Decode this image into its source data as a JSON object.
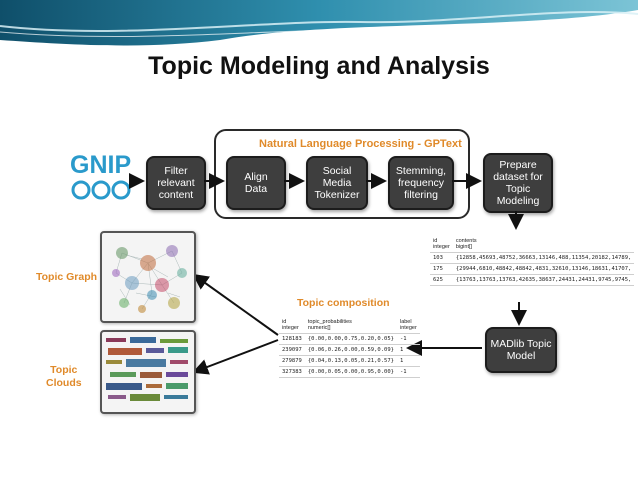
{
  "title": "Topic Modeling and Analysis",
  "logo": {
    "text": "GNIP",
    "icon": "gnip-circles-icon"
  },
  "nlp_group_label": "Natural Language Processing - GPText",
  "steps": {
    "filter": "Filter\nrelevant\ncontent",
    "align": "Align\nData",
    "tokenizer": "Social\nMedia\nTokenizer",
    "stemming": "Stemming,\nfrequency\nfiltering",
    "prepare": "Prepare\ndataset for\nTopic\nModeling",
    "madlib": "MADlib Topic\nModel"
  },
  "dataset_table": {
    "headers": [
      [
        "id",
        "integer"
      ],
      [
        "contents",
        "bigint[]"
      ]
    ],
    "rows": [
      [
        "103",
        "{12858,45693,48752,36663,13146,488,11354,20182,14789,"
      ],
      [
        "175",
        "{29944,6810,48842,48842,4831,32610,13146,18631,41707,"
      ],
      [
        "625",
        "{13763,13763,13763,42635,38637,24431,24431,9745,9745,"
      ]
    ]
  },
  "composition": {
    "label": "Topic composition",
    "headers": [
      [
        "id",
        "integer"
      ],
      [
        "topic_probabilities",
        "numeric[]"
      ],
      [
        "label",
        "integer"
      ]
    ],
    "rows": [
      [
        "128183",
        "{0.00,0.00,0.75,0.20,0.05}",
        "-1"
      ],
      [
        "239097",
        "{0.06,0.26,0.00,0.59,0.09}",
        "1"
      ],
      [
        "279879",
        "{0.04,0.13,0.05,0.21,0.57}",
        "1"
      ],
      [
        "327383",
        "{0.00,0.05,0.00,0.95,0.00}",
        "-1"
      ]
    ]
  },
  "topic_graph_label": "Topic Graph",
  "topic_clouds_label": "Topic\nClouds",
  "colors": {
    "accent": "#e08a2a",
    "box": "#3e3e3e",
    "banner": "#2e7a94"
  }
}
